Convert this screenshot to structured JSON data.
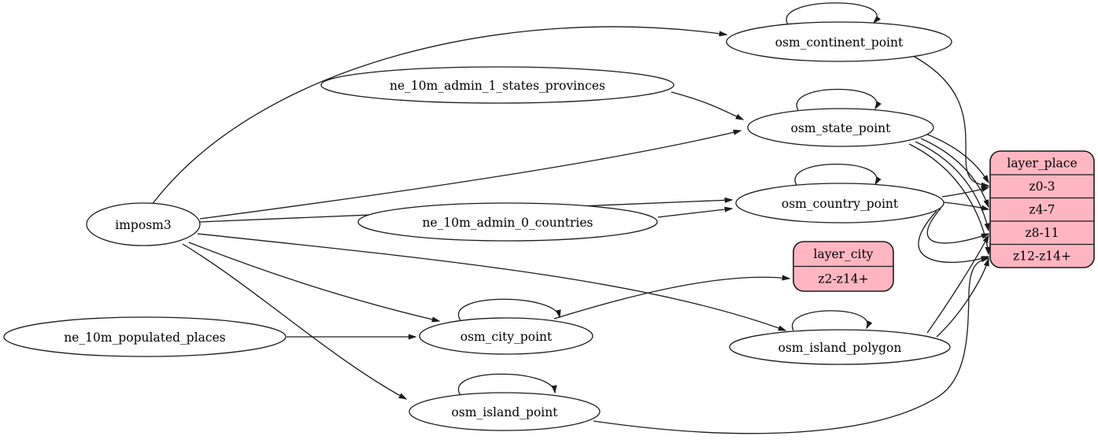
{
  "diagram_type": "graphviz-directed-etl-graph",
  "colors": {
    "background": "#ffffff",
    "node_fill": "#ffffff",
    "record_fill": "#ffb6c1",
    "edge_stroke": "#1b1b1b"
  },
  "nodes": {
    "imposm3": {
      "label": "imposm3"
    },
    "ne_10m_admin_1_states_provinces": {
      "label": "ne_10m_admin_1_states_provinces"
    },
    "ne_10m_admin_0_countries": {
      "label": "ne_10m_admin_0_countries"
    },
    "ne_10m_populated_places": {
      "label": "ne_10m_populated_places"
    },
    "osm_continent_point": {
      "label": "osm_continent_point"
    },
    "osm_state_point": {
      "label": "osm_state_point"
    },
    "osm_country_point": {
      "label": "osm_country_point"
    },
    "osm_city_point": {
      "label": "osm_city_point"
    },
    "osm_island_polygon": {
      "label": "osm_island_polygon"
    },
    "osm_island_point": {
      "label": "osm_island_point"
    }
  },
  "records": {
    "layer_place": {
      "title": "layer_place",
      "rows": [
        "z0-3",
        "z4-7",
        "z8-11",
        "z12-z14+"
      ]
    },
    "layer_city": {
      "title": "layer_city",
      "rows": [
        "z2-z14+"
      ]
    }
  },
  "edges": [
    {
      "from": "imposm3",
      "to": "osm_continent_point"
    },
    {
      "from": "imposm3",
      "to": "osm_state_point"
    },
    {
      "from": "imposm3",
      "to": "osm_country_point"
    },
    {
      "from": "imposm3",
      "to": "osm_city_point"
    },
    {
      "from": "imposm3",
      "to": "osm_island_polygon"
    },
    {
      "from": "imposm3",
      "to": "osm_island_point"
    },
    {
      "from": "ne_10m_admin_1_states_provinces",
      "to": "osm_state_point"
    },
    {
      "from": "ne_10m_admin_0_countries",
      "to": "osm_country_point"
    },
    {
      "from": "ne_10m_populated_places",
      "to": "osm_city_point"
    },
    {
      "from": "osm_continent_point",
      "to": "osm_continent_point"
    },
    {
      "from": "osm_state_point",
      "to": "osm_state_point"
    },
    {
      "from": "osm_country_point",
      "to": "osm_country_point"
    },
    {
      "from": "osm_city_point",
      "to": "osm_city_point"
    },
    {
      "from": "osm_island_polygon",
      "to": "osm_island_polygon"
    },
    {
      "from": "osm_island_point",
      "to": "osm_island_point"
    },
    {
      "from": "osm_continent_point",
      "to": "layer_place:z0-3"
    },
    {
      "from": "osm_state_point",
      "to": "layer_place:z0-3"
    },
    {
      "from": "osm_state_point",
      "to": "layer_place:z4-7"
    },
    {
      "from": "osm_state_point",
      "to": "layer_place:z8-11"
    },
    {
      "from": "osm_state_point",
      "to": "layer_place:z12-z14+"
    },
    {
      "from": "osm_country_point",
      "to": "layer_place:z0-3"
    },
    {
      "from": "osm_country_point",
      "to": "layer_place:z4-7"
    },
    {
      "from": "osm_country_point",
      "to": "layer_place:z8-11"
    },
    {
      "from": "osm_country_point",
      "to": "layer_place:z12-z14+"
    },
    {
      "from": "osm_city_point",
      "to": "layer_city:z2-z14+"
    },
    {
      "from": "osm_island_polygon",
      "to": "layer_place:z8-11"
    },
    {
      "from": "osm_island_polygon",
      "to": "layer_place:z12-z14+"
    },
    {
      "from": "osm_island_point",
      "to": "layer_place:z12-z14+"
    }
  ]
}
